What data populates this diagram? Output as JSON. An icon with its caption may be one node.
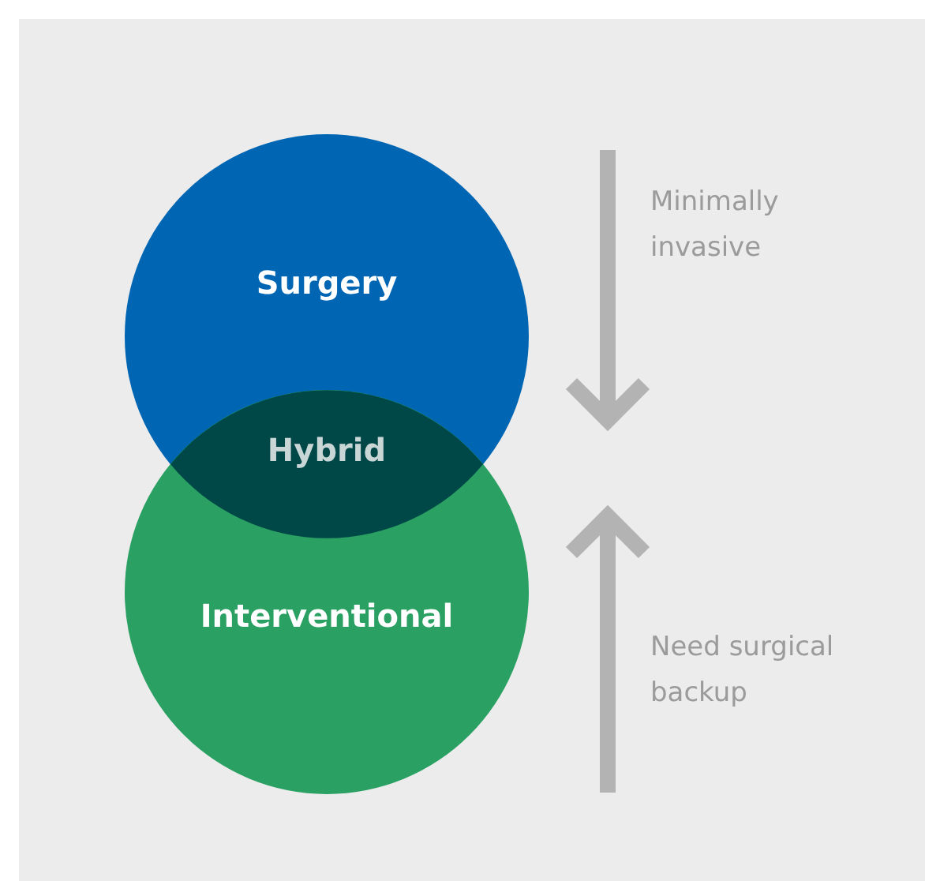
{
  "diagram": {
    "nodes": [
      {
        "text": [
          "Surgery"
        ]
      },
      {
        "text": [
          "Interventional"
        ]
      },
      {
        "text": [
          "Hybrid"
        ]
      }
    ],
    "labels": [
      "Minimally invasive",
      "Need surgical backup"
    ]
  }
}
